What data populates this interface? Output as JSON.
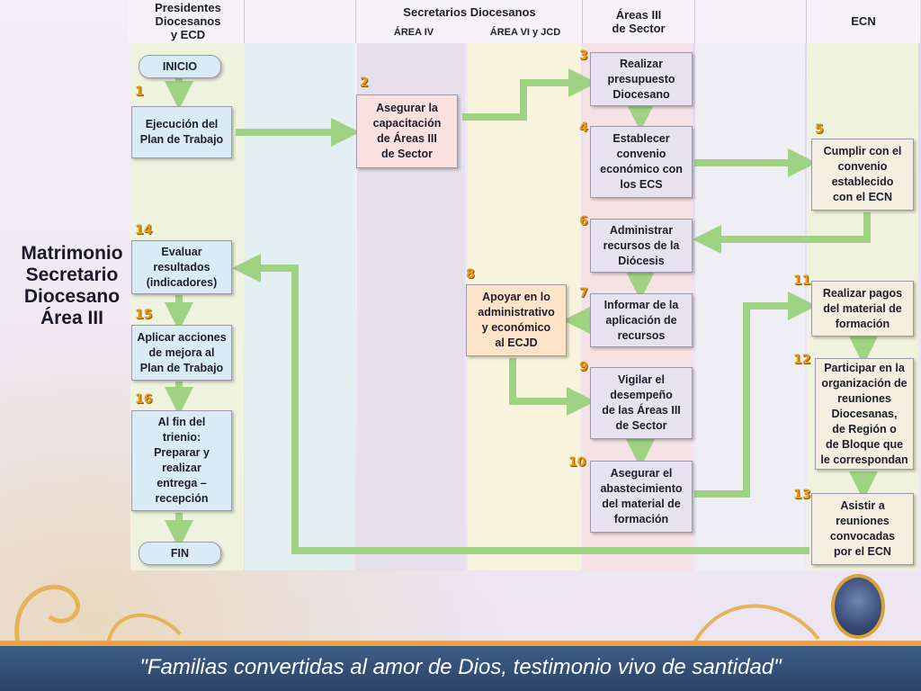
{
  "header": {
    "col1": "Presidentes\nDiocesanos\ny  ECD",
    "col2": "Secretarios Diocesanos",
    "col2a": "ÁREA IV",
    "col2b": "ÁREA VI y JCD",
    "col3": "Áreas III\nde Sector",
    "col4": "ECN"
  },
  "left_title": "Matrimonio\nSecretario\nDiocesano\nÁrea III",
  "colors": {
    "lane_blue": "#e3eff1",
    "lane_lavender": "#e6e0ee",
    "lane_yellow": "#f7f3dc",
    "lane_pink": "#f6e2e4",
    "lane_green": "#eef2de",
    "arrow": "#9fd283"
  },
  "boxes": {
    "inicio": "INICIO",
    "fin": "FIN",
    "b1": "Ejecución del\nPlan de Trabajo",
    "b2": "Asegurar la\ncapacitación\nde Áreas III\nde Sector",
    "b3": "Realizar\npresupuesto\nDiocesano",
    "b4": "Establecer\nconvenio\neconómico con\nlos ECS",
    "b5": "Cumplir con el\nconvenio\nestablecido\ncon el ECN",
    "b6": "Administrar\nrecursos de la\nDiócesis",
    "b7": "Informar de la\naplicación de\nrecursos",
    "b8": "Apoyar en lo\nadministrativo\ny económico\nal ECJD",
    "b9": "Vigilar el\ndesempeño\nde las Áreas III\nde Sector",
    "b10": "Asegurar el\nabastecimiento\ndel material de\nformación",
    "b11": "Realizar pagos\ndel material de\nformación",
    "b12": "Participar en la\norganización de\nreuniones\nDiocesanas,\nde Región o\nde Bloque que\nle correspondan",
    "b13": "Asistir a\nreuniones\nconvocadas\npor el ECN",
    "b14": "Evaluar\nresultados\n(indicadores)",
    "b15": "Aplicar acciones\nde mejora al\nPlan de Trabajo",
    "b16": "Al fin del\ntrienio:\nPreparar y\nrealizar\nentrega –\nrecepción"
  },
  "numbers": {
    "n1": "1",
    "n2": "2",
    "n3": "3",
    "n4": "4",
    "n5": "5",
    "n6": "6",
    "n7": "7",
    "n8": "8",
    "n9": "9",
    "n10": "10",
    "n11": "11",
    "n12": "12",
    "n13": "13",
    "n14": "14",
    "n15": "15",
    "n16": "16"
  },
  "footer": "\"Familias convertidas al amor de Dios, testimonio vivo de santidad\""
}
